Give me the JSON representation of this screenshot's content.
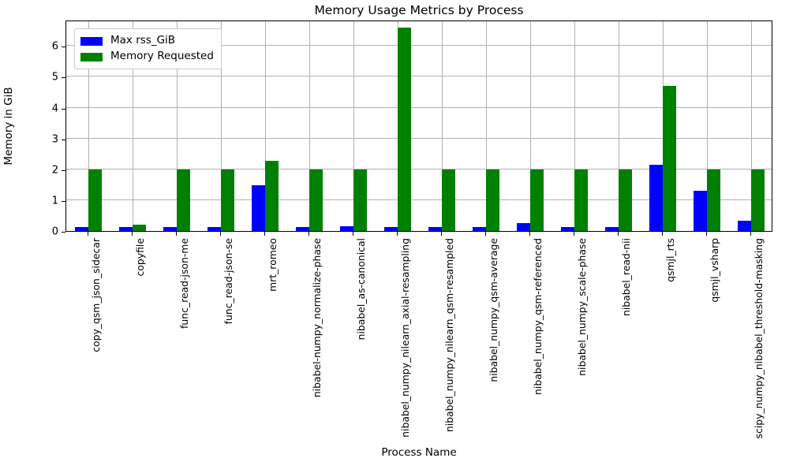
{
  "chart_data": {
    "type": "bar",
    "title": "Memory Usage Metrics by Process",
    "xlabel": "Process Name",
    "ylabel": "Memory in GiB",
    "grid": true,
    "legend_position": "upper left",
    "ylim": [
      0,
      6.85
    ],
    "yticks": [
      0,
      1,
      2,
      3,
      4,
      5,
      6
    ],
    "ytick_labels": [
      "0",
      "1",
      "2",
      "3",
      "4",
      "5",
      "6"
    ],
    "categories": [
      "copy_qsm_json_sidecar",
      "copyfile",
      "func_read-json-me",
      "func_read-json-se",
      "mrt_romeo",
      "nibabel-numpy_normalize-phase",
      "nibabel_as-canonical",
      "nibabel_numpy_nilearn_axial-resampling",
      "nibabel_numpy_nilearn_qsm-resampled",
      "nibabel_numpy_qsm-average",
      "nibabel_numpy_qsm-referenced",
      "nibabel_numpy_scale-phase",
      "nibabel_read-nii",
      "qsmjl_rts",
      "qsmjl_vsharp",
      "scipy_numpy_nibabel_threshold-masking"
    ],
    "series": [
      {
        "name": "Max rss_GiB",
        "color": "#0000ff",
        "values": [
          0.13,
          0.13,
          0.13,
          0.13,
          1.48,
          0.13,
          0.16,
          0.13,
          0.13,
          0.13,
          0.25,
          0.13,
          0.13,
          2.15,
          1.3,
          0.34
        ]
      },
      {
        "name": "Memory Requested",
        "color": "#008000",
        "values": [
          2.0,
          0.2,
          2.0,
          2.0,
          2.27,
          2.0,
          2.0,
          6.6,
          2.0,
          2.0,
          2.0,
          2.0,
          2.0,
          4.7,
          2.0,
          2.0
        ]
      }
    ]
  }
}
